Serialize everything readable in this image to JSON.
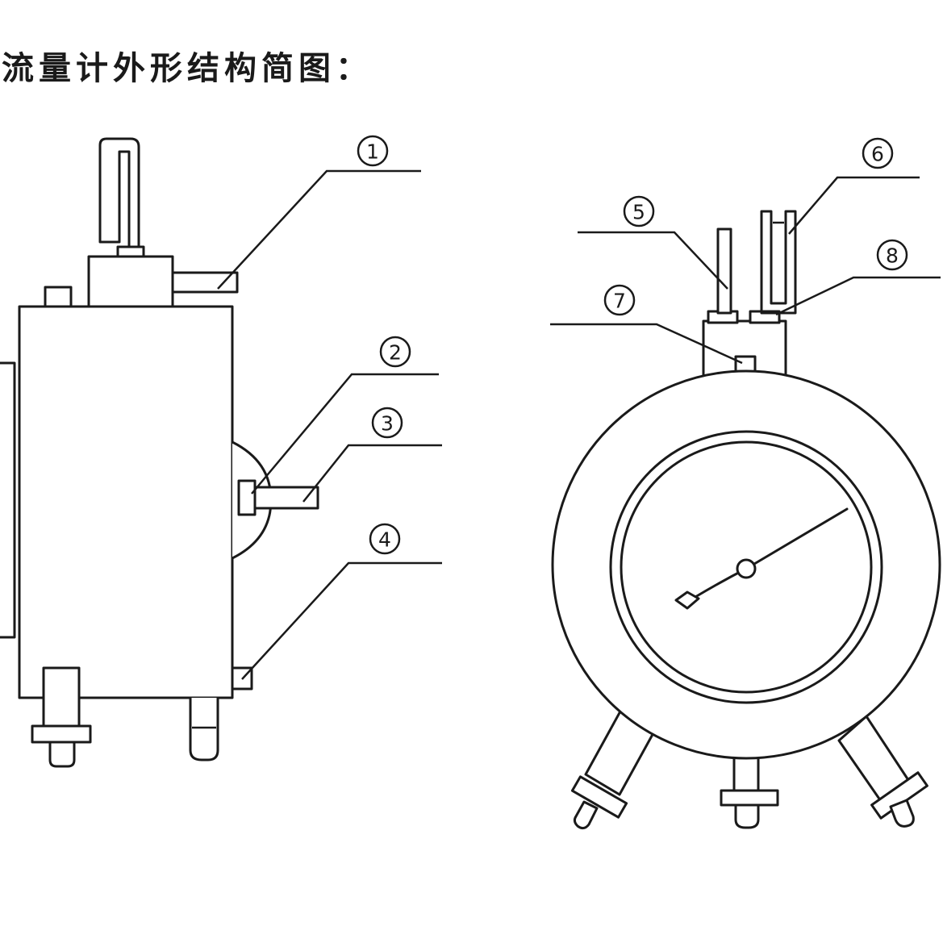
{
  "title": "流量计外形结构简图：",
  "callouts": [
    "1",
    "2",
    "3",
    "4",
    "5",
    "6",
    "7",
    "8"
  ],
  "colors": {
    "line": "#1a1a1a",
    "background": "#ffffff"
  }
}
